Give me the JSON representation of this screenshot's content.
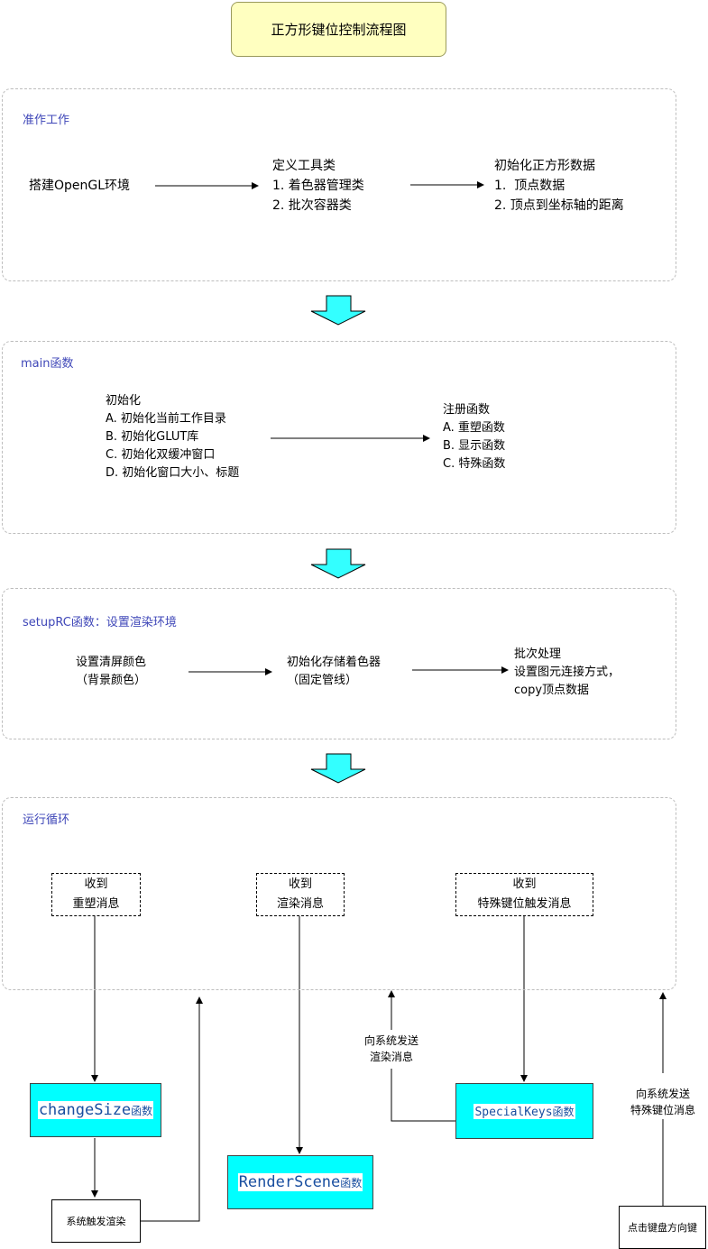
{
  "title": "正方形键位控制流程图",
  "sections": {
    "prep": {
      "label": "准作工作",
      "build_env": "搭建OpenGL环境",
      "tool_class": "定义工具类\n1. 着色器管理类\n2. 批次容器类",
      "init_square": "初始化正方形数据\n1.  顶点数据\n2. 顶点到坐标轴的距离"
    },
    "main": {
      "label": "main函数",
      "init": "初始化\nA. 初始化当前工作目录\nB. 初始化GLUT库\nC. 初始化双缓冲窗口\nD. 初始化窗口大小、标题",
      "register": "注册函数\nA. 重塑函数\nB. 显示函数\nC. 特殊函数"
    },
    "setup": {
      "label": "setupRC函数：设置渲染环境",
      "clear_color": "设置清屏颜色\n（背景颜色）",
      "shader": "初始化存储着色器\n（固定管线）",
      "batch": "批次处理\n设置图元连接方式，\ncopy顶点数据"
    },
    "loop": {
      "label": "运行循环",
      "msg_reshape": [
        "收到",
        "重塑消息"
      ],
      "msg_render": [
        "收到",
        "渲染消息"
      ],
      "msg_special": [
        "收到",
        "特殊键位触发消息"
      ]
    }
  },
  "functions": {
    "change_size": "changeSize",
    "render_scene": "RenderScene",
    "special_keys": "SpecialKeys",
    "suffix": "函数"
  },
  "boxes": {
    "system_trigger_render": "系统触发渲染",
    "click_arrow_keys": "点击键盘方向键"
  },
  "annotations": {
    "send_render": "向系统发送\n渲染消息",
    "send_special": "向系统发送\n特殊键位消息"
  },
  "colors": {
    "title_fill": "#ffffc0",
    "section_label": "#3f47b8",
    "function_fill": "#00ffff",
    "flow_arrow_fill": "#33ffff"
  }
}
